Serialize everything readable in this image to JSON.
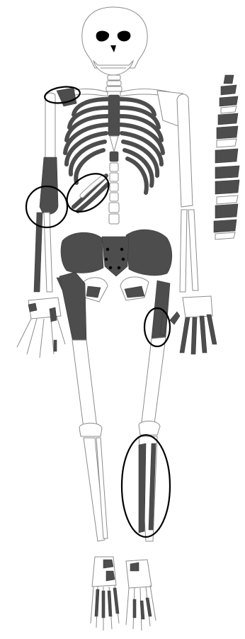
{
  "figure": {
    "kind": "skeleton-diagram",
    "fill_colors": {
      "present_bone": "#4d4d4d",
      "absent_bone": "#ffffff",
      "outline": "#8c8c8c",
      "highlight_ring": "#000000"
    },
    "highlight_regions": [
      "left-shoulder-acromion",
      "left-humerus-distal-elbow",
      "left-ribs-lower",
      "right-femur-shaft-proximal",
      "right-tibia-fibula-shaft"
    ]
  }
}
